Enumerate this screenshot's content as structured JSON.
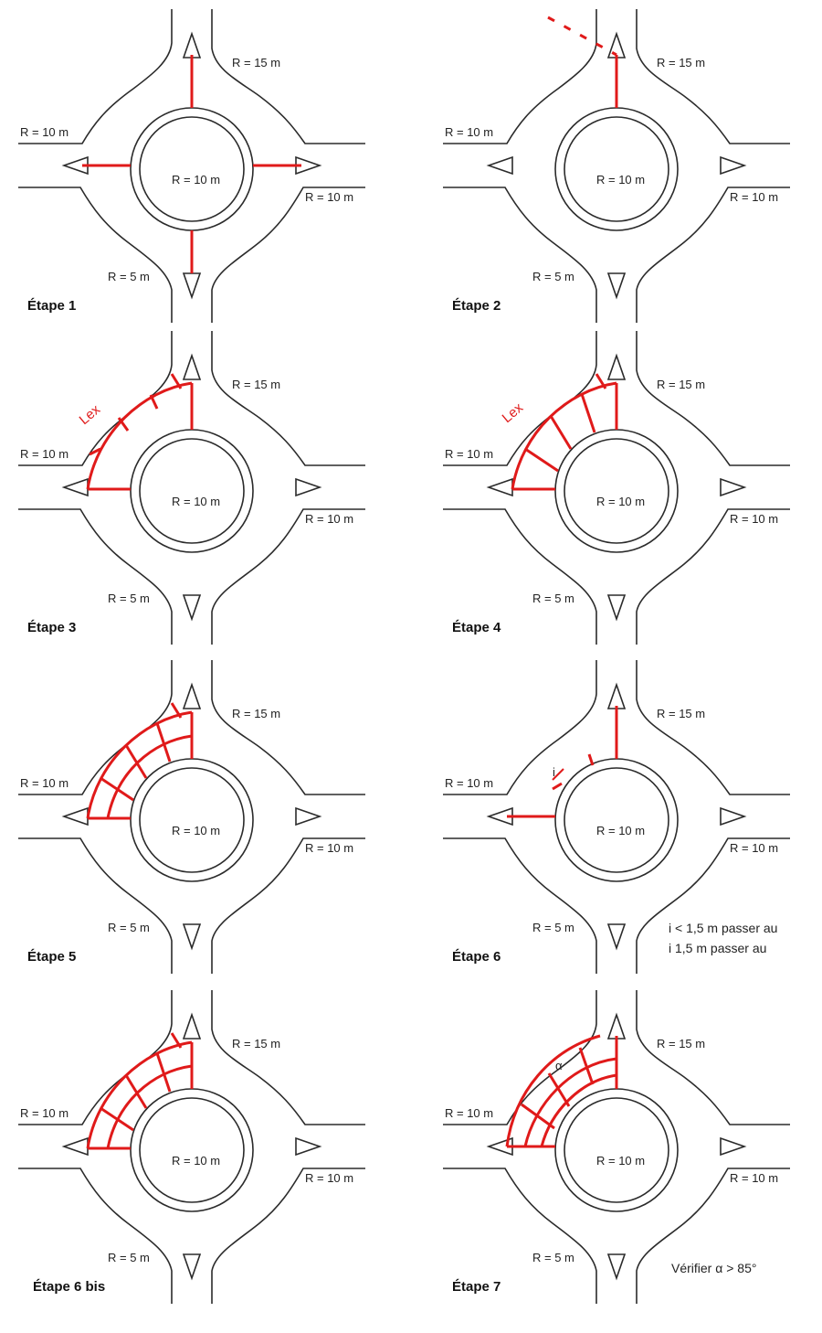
{
  "labels": {
    "r15": "R = 15 m",
    "r10": "R = 10 m",
    "r5": "R = 5 m",
    "lex": "Lex",
    "i_mark": "i",
    "alpha_mark": "α"
  },
  "panels": [
    {
      "step": "Étape 1"
    },
    {
      "step": "Étape 2"
    },
    {
      "step": "Étape 3"
    },
    {
      "step": "Étape 4"
    },
    {
      "step": "Étape 5"
    },
    {
      "step": "Étape 6"
    },
    {
      "step": "Étape 6 bis"
    },
    {
      "step": "Étape 7"
    }
  ],
  "notes": {
    "i_less": "i < 1,5 m passer au",
    "i_more": "i    1,5 m passer au",
    "verify": "Vérifier α > 85°"
  },
  "colors": {
    "line": "#2b2b2b",
    "construction": "#e01a1a"
  }
}
